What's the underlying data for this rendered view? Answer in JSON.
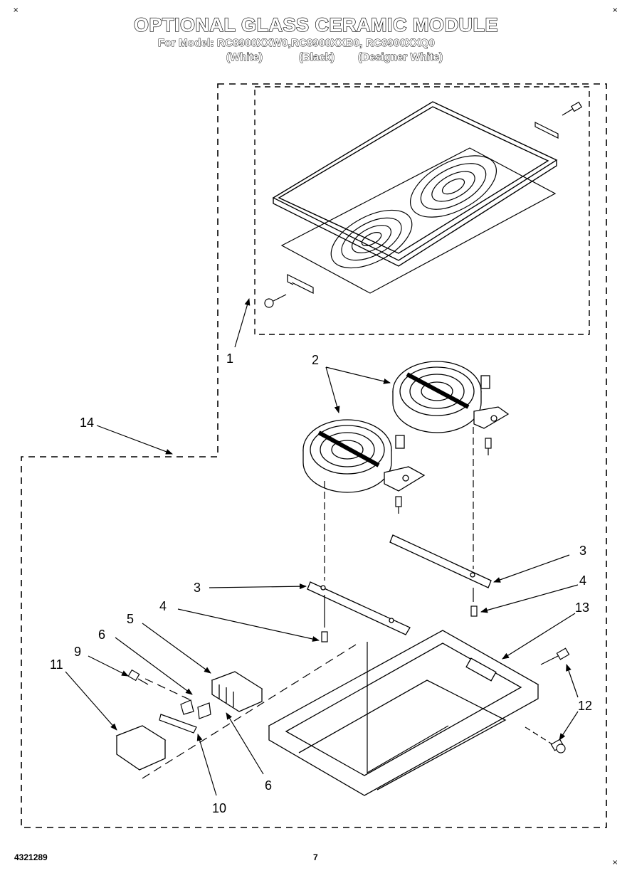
{
  "header": {
    "title": "OPTIONAL GLASS CERAMIC MODULE",
    "models_line": "For Model: RC8900XXW0,RC8900XXB0, RC8900XXQ0",
    "variants": [
      "(White)",
      "(Black)",
      "(Designer White)"
    ]
  },
  "callouts": {
    "frame_assembly": "1",
    "element_left": "2",
    "bracket_left": "3",
    "bracket_right": "3",
    "screw_left": "4",
    "screw_right": "4",
    "terminal_block": "5",
    "clip_top": "6",
    "clip_bottom": "6",
    "screw_small": "9",
    "strap": "10",
    "cover": "11",
    "screw_pan": "12",
    "pan": "13",
    "module_assembly": "14"
  },
  "footer": {
    "doc_number": "4321289",
    "page_number": "7"
  },
  "corner_mark": "×"
}
